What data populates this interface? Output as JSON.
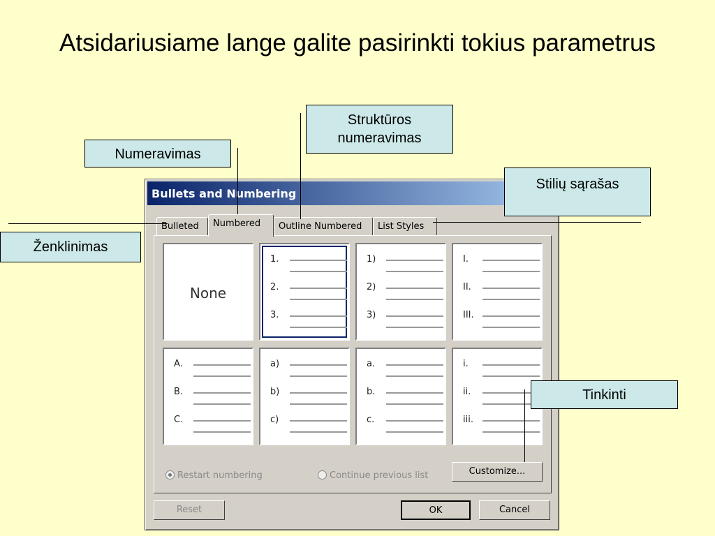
{
  "slide": {
    "title": "Atsidariusiame lange galite pasirinkti tokius parametrus"
  },
  "callouts": {
    "numeravimas": "Numeravimas",
    "strukturos": "Struktūros numeravimas",
    "stiliu": "Stilių sąrašas",
    "zenklinimas": "Ženklinimas",
    "tinkinti": "Tinkinti"
  },
  "dialog": {
    "title": "Bullets and Numbering",
    "close_label": "✕",
    "tabs": [
      "Bulleted",
      "Numbered",
      "Outline Numbered",
      "List Styles"
    ],
    "none_label": "None",
    "styles": [
      [
        "1.",
        "2.",
        "3."
      ],
      [
        "1)",
        "2)",
        "3)"
      ],
      [
        "I.",
        "II.",
        "III."
      ],
      [
        "A.",
        "B.",
        "C."
      ],
      [
        "a)",
        "b)",
        "c)"
      ],
      [
        "a.",
        "b.",
        "c."
      ],
      [
        "i.",
        "ii.",
        "iii."
      ]
    ],
    "restart_label": "Restart numbering",
    "continue_label": "Continue previous list",
    "customize_label": "Customize...",
    "reset_label": "Reset",
    "ok_label": "OK",
    "cancel_label": "Cancel"
  }
}
